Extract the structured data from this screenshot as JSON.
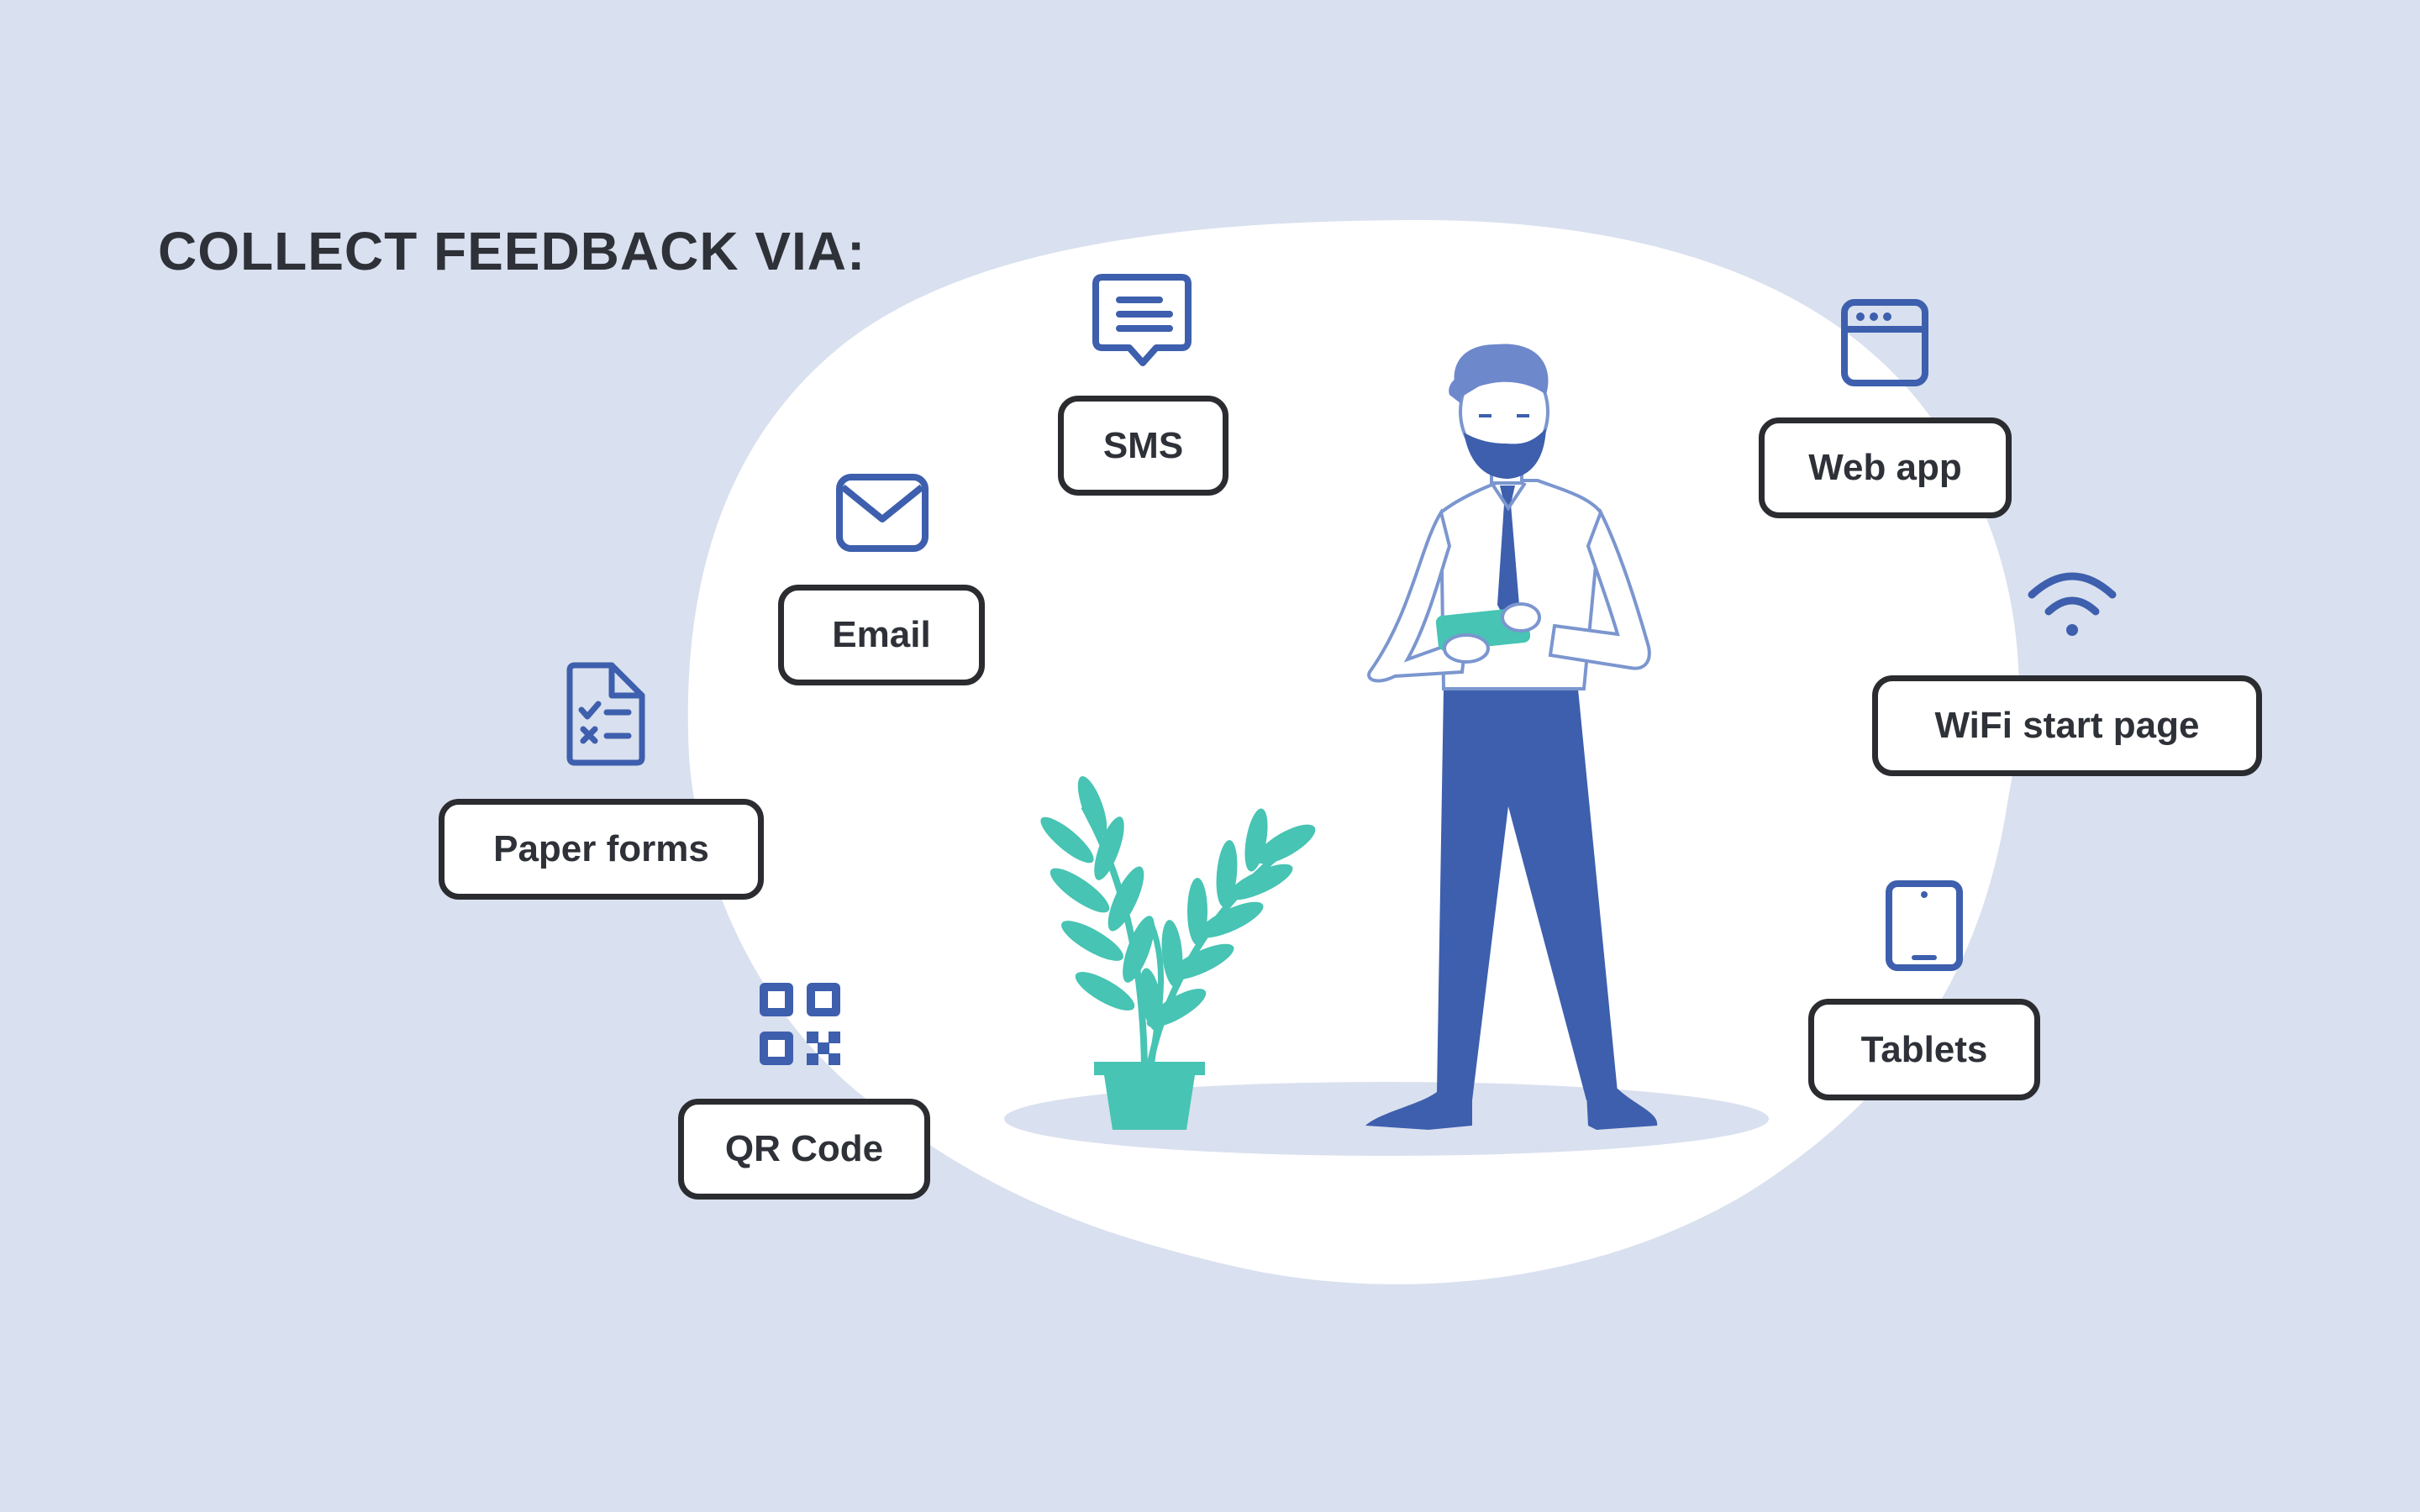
{
  "title": "COLLECT FEEDBACK VIA:",
  "channels": [
    {
      "label": "SMS",
      "icon": "sms-chat-icon"
    },
    {
      "label": "Email",
      "icon": "envelope-icon"
    },
    {
      "label": "Paper forms",
      "icon": "checklist-document-icon"
    },
    {
      "label": "QR Code",
      "icon": "qr-code-icon"
    },
    {
      "label": "Web app",
      "icon": "browser-window-icon"
    },
    {
      "label": "WiFi start page",
      "icon": "wifi-icon"
    },
    {
      "label": "Tablets",
      "icon": "tablet-icon"
    }
  ],
  "colors": {
    "background": "#d9e0ef",
    "blob": "#ffffff",
    "icon_blue": "#3d5fad",
    "accent_teal": "#47c4b3",
    "text_dark": "#2e3138",
    "box_border": "#2b2c30"
  },
  "illustration": {
    "person": "man-with-tablet-illustration",
    "plant": "potted-plant-illustration"
  }
}
